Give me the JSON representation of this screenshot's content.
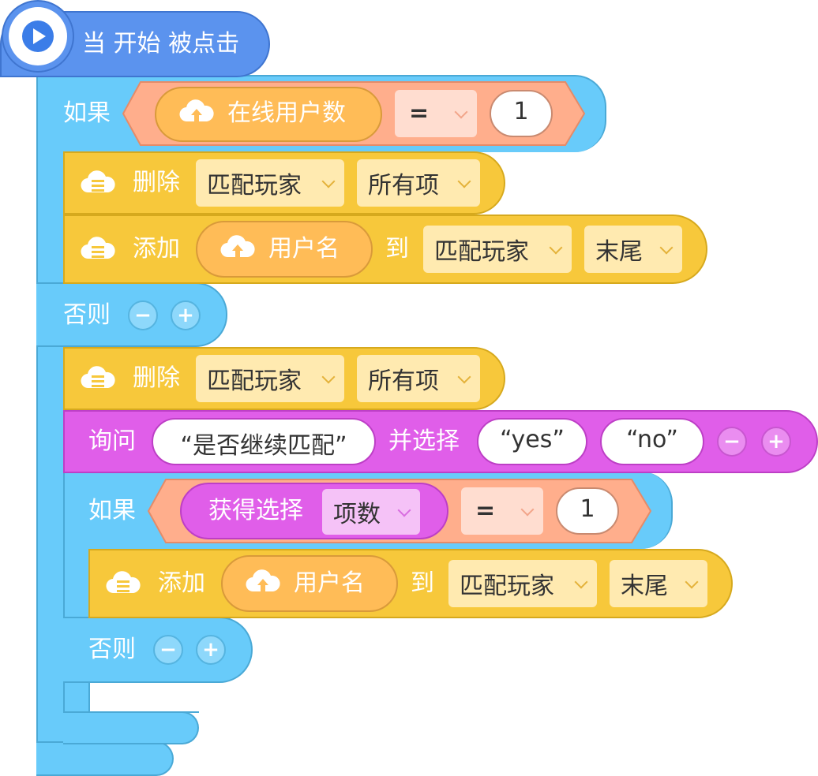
{
  "hat": {
    "label": "当 开始 被点击",
    "icon": "play-icon"
  },
  "if1": {
    "label_if": "如果",
    "cloud_var": "在线用户数",
    "operator": "=",
    "value": "1",
    "label_else": "否则",
    "minus": "−",
    "plus": "+"
  },
  "delete1": {
    "label": "删除",
    "list": "匹配玩家",
    "item": "所有项"
  },
  "add1": {
    "label": "添加",
    "var": "用户名",
    "to": "到",
    "list": "匹配玩家",
    "pos": "末尾"
  },
  "delete2": {
    "label": "删除",
    "list": "匹配玩家",
    "item": "所有项"
  },
  "ask": {
    "label": "询问",
    "question": "“是否继续匹配”",
    "choose": "并选择",
    "opt1": "“yes”",
    "opt2": "“no”",
    "minus": "−",
    "plus": "+"
  },
  "if2": {
    "label_if": "如果",
    "get": "获得选择",
    "get_field": "项数",
    "operator": "=",
    "value": "1",
    "label_else": "否则",
    "minus": "−",
    "plus": "+"
  },
  "add2": {
    "label": "添加",
    "var": "用户名",
    "to": "到",
    "list": "匹配玩家",
    "pos": "末尾"
  },
  "colors": {
    "hat": "#4d8ef0",
    "control": "#68cbfa",
    "list": "#f7c83b",
    "operator": "#ffae8c",
    "cloud": "#ffbc57",
    "ask": "#e05ee9"
  }
}
